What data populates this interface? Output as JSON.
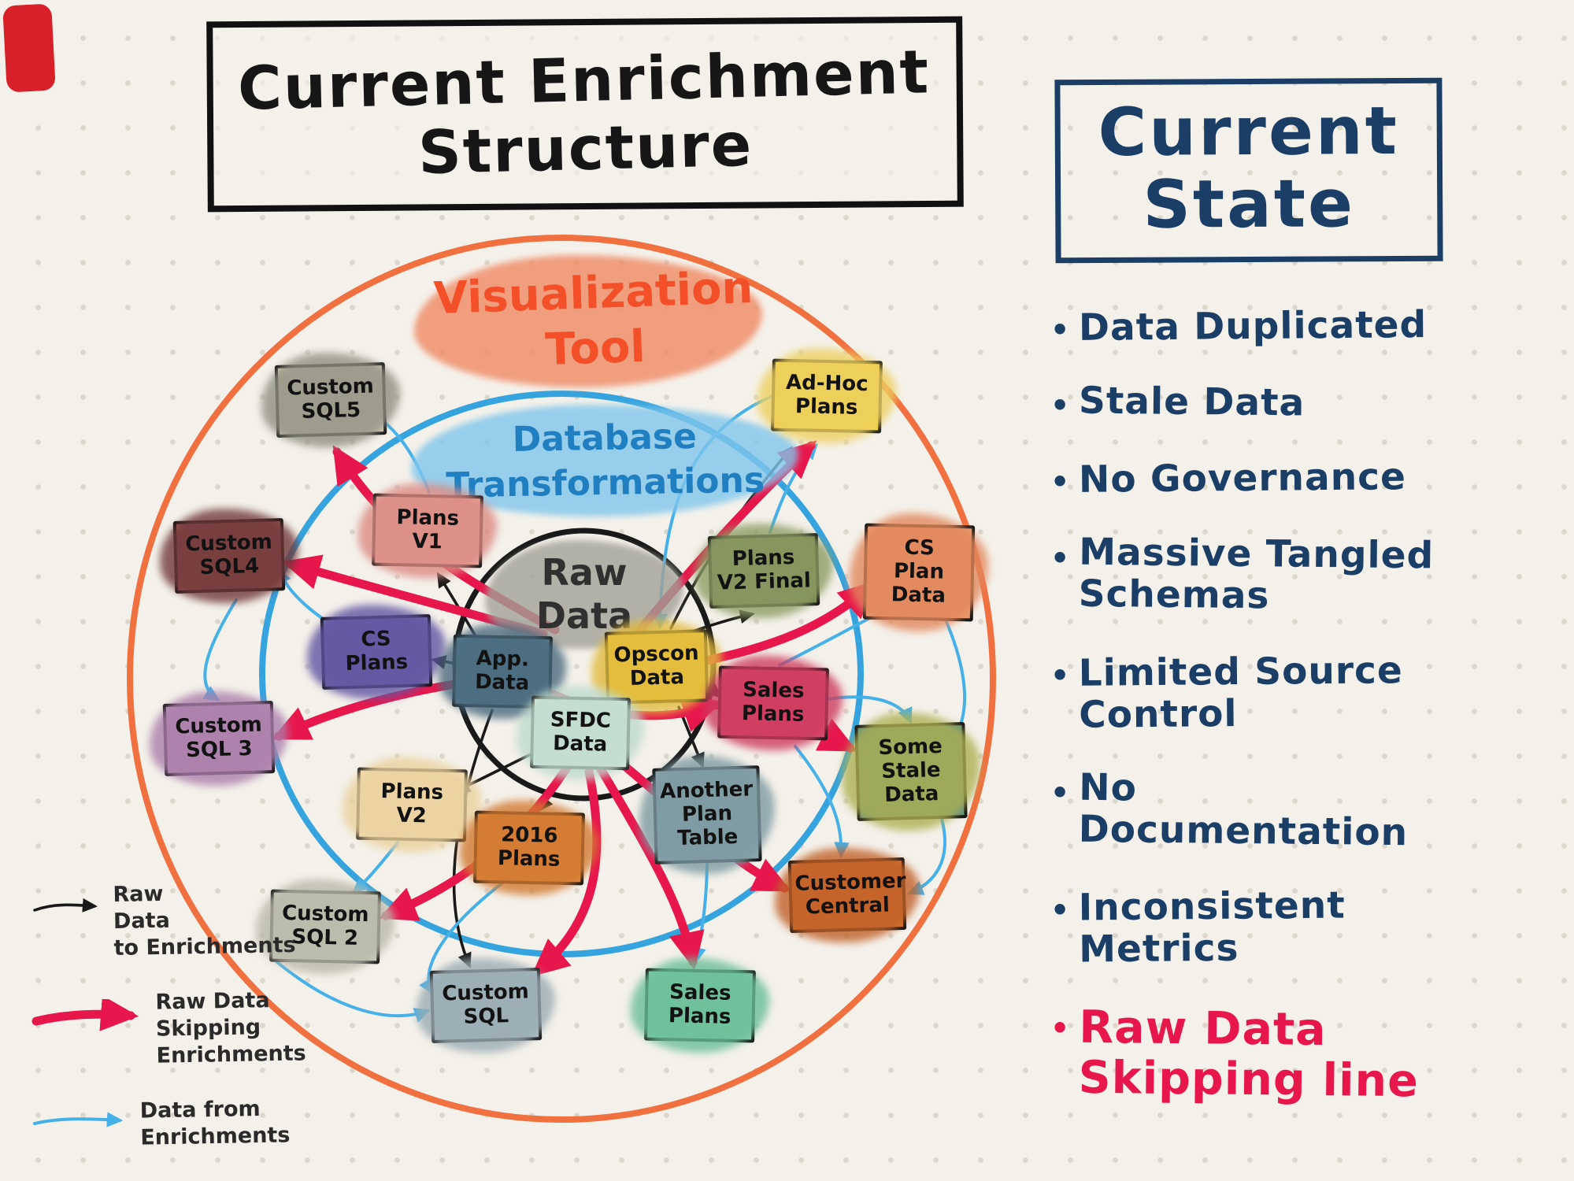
{
  "title": "Current Enrichment\nStructure",
  "colors": {
    "background": "#f4f1ea",
    "ink": "#1a1a1a",
    "navy": "#1b3e66",
    "red_arrow": "#e8174b",
    "blue_arrow": "#45b1e8",
    "orange_ring": "#f07040",
    "blue_ring": "#35a3dd",
    "black_ring": "#191919"
  },
  "rings": [
    {
      "name": "visualization-tool",
      "label": "Visualization\nTool"
    },
    {
      "name": "database-transformations",
      "label": "Database\nTransformations"
    },
    {
      "name": "raw-data",
      "label": "Raw\nData"
    }
  ],
  "nodes": [
    {
      "id": "custom-sql5",
      "label": "Custom\nSQL5",
      "fill": "#ded5bf",
      "blob": "#8f8f80"
    },
    {
      "id": "ad-hoc-plans",
      "label": "Ad-Hoc\nPlans",
      "fill": "#f2d140",
      "blob": "#edd060"
    },
    {
      "id": "custom-sql4",
      "label": "Custom\nSQL4",
      "fill": "#a05b5b",
      "blob": "#703838"
    },
    {
      "id": "plans-v1",
      "label": "Plans\nV1",
      "fill": "#e9aaa5",
      "blob": "#db8a82"
    },
    {
      "id": "plans-v2-final",
      "label": "Plans\nV2 Final",
      "fill": "#70804f",
      "blob": "#8d9c63"
    },
    {
      "id": "cs-plan-data",
      "label": "CS\nPlan Data",
      "fill": "#eb9b70",
      "blob": "#e2875c"
    },
    {
      "id": "cs-plans",
      "label": "CS\nPlans",
      "fill": "#7b70b0",
      "blob": "#6054a2"
    },
    {
      "id": "app-data",
      "label": "App.\nData",
      "fill": "#5e7e91",
      "blob": "#4a6a7e"
    },
    {
      "id": "opscon-data",
      "label": "Opscon\nData",
      "fill": "#edca40",
      "blob": "#e2ba3c"
    },
    {
      "id": "sales-plans-mid",
      "label": "Sales\nPlans",
      "fill": "#dc5070",
      "blob": "#ce3c5e"
    },
    {
      "id": "custom-sql3",
      "label": "Custom\nSQL 3",
      "fill": "#bd97bc",
      "blob": "#aa7eaa"
    },
    {
      "id": "sfdc-data",
      "label": "SFDC\nData",
      "fill": "#dbeee6",
      "blob": "#bedacd"
    },
    {
      "id": "some-stale-data",
      "label": "Some\nStale\nData",
      "fill": "#608e7d",
      "blob": "#aeb052"
    },
    {
      "id": "plans-v2",
      "label": "Plans\nV2",
      "fill": "#f6e4be",
      "blob": "#ead19c"
    },
    {
      "id": "another-plan-table",
      "label": "Another\nPlan\nTable",
      "fill": "#90a7ae",
      "blob": "#7c99a1"
    },
    {
      "id": "2016-plans",
      "label": "2016\nPlans",
      "fill": "#e18a40",
      "blob": "#d27930"
    },
    {
      "id": "customer-central",
      "label": "Customer\nCentral",
      "fill": "#d4712f",
      "blob": "#c16129"
    },
    {
      "id": "custom-sql2",
      "label": "Custom\nSQL 2",
      "fill": "#cdcdc1",
      "blob": "#b9b9a9"
    },
    {
      "id": "custom-sql",
      "label": "Custom\nSQL",
      "fill": "#afc0c7",
      "blob": "#99abb3"
    },
    {
      "id": "sales-plans-bottom",
      "label": "Sales\nPlans",
      "fill": "#88d0ae",
      "blob": "#69be97"
    }
  ],
  "legend": {
    "items": [
      {
        "type": "black-arrow",
        "label": "Raw\nData\nto Enrichments"
      },
      {
        "type": "red-arrow",
        "label": "Raw Data\nSkipping\nEnrichments"
      },
      {
        "type": "blue-arrow",
        "label": "Data from\nEnrichments"
      }
    ]
  },
  "current_state": {
    "title": "Current\nState",
    "bullet_char": "•",
    "bullets": [
      {
        "text": "Data Duplicated",
        "color": "navy"
      },
      {
        "text": "Stale Data",
        "color": "navy"
      },
      {
        "text": "No Governance",
        "color": "navy"
      },
      {
        "text": "Massive Tangled Schemas",
        "color": "navy"
      },
      {
        "text": "Limited Source\nControl",
        "color": "navy"
      },
      {
        "text": "No\nDocumentation",
        "color": "navy"
      },
      {
        "text": "Inconsistent\nMetrics",
        "color": "navy"
      },
      {
        "text": "Raw Data\nSkipping line",
        "color": "red"
      }
    ]
  }
}
